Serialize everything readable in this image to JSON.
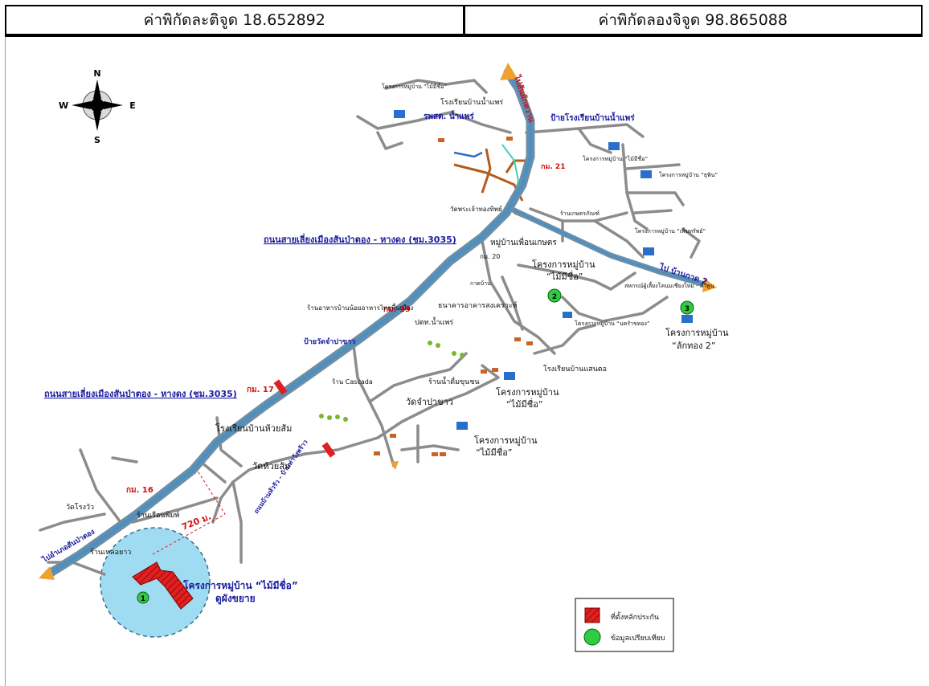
{
  "header": {
    "latitude": "ค่าพิกัดละติจูด 18.652892",
    "longitude": "ค่าพิกัดลองจิจูด 98.865088"
  },
  "compass": {
    "n": "N",
    "s": "S",
    "e": "E",
    "w": "W"
  },
  "roads": {
    "main_upper": "ถนนสายเลี่ยงเมืองสันป่าตอง - หางดง (ชม.3035)",
    "main_lower": "ถนนสายเลี่ยงเมืองสันป่าตอง - หางดง (ชม.3035)",
    "to_north": "ไปสันผักหวาน",
    "to_east": "ไป บ้านกาด 2",
    "to_southwest": "ไปอำเภอสันป่าตอง",
    "side_road": "ถนนบ้านหัวรัว - บ้านท่าวังพร้าว"
  },
  "km_markers": [
    "กม. 21",
    "กม. 19",
    "กม. 17",
    "กม. 16",
    "กม. 20"
  ],
  "places": {
    "school_nampae": "โรงเรียนบ้านน้ำแพร่",
    "hospital": "รพสต. น้ำแพร่",
    "school_sign": "ป้ายโรงเรียนบ้านน้ำแพร่",
    "temple_north": "วัดพระเจ้าทองทิพย์",
    "gas_station": "ปตท.น้ำแพร่",
    "restaurant": "ร้านอาหารบ้านน้อยอาหารไทยพื้นเมือง",
    "cascada": "ร้าน Cascada",
    "sign_wat": "ป้ายวัดจำปาขาว",
    "wat_champa": "วัดจำปาขาว",
    "school_huaysom": "โรงเรียนบ้านห้วยส้ม",
    "wat_huaysom": "วัดห้วยส้ม",
    "wat_rongruea": "วัดโรงวัว",
    "shop": "ร้านเรือนพิมพ์",
    "shop_sw": "ร้านเหล่อยาว",
    "school_east": "โรงเรียนบ้านแสนตอ",
    "health": "ร้านน้ำดื่มขุนชน",
    "coop": "สหกรณ์ผู้เลี้ยงโคนมเชียงใหม่ - ลำพูน",
    "friend": "หมู่บ้านเพื่อนเกษตร",
    "bank": "ธนาคารอาคารสงเคราะห์",
    "repair": "ร้านเกษตรภัณฑ์",
    "market": "กาดบ้าน"
  },
  "projects": {
    "p1": "โครงการหมู่บ้าน “ไม้มีชื่อ”",
    "p1_sub": "ดูผังขยาย",
    "p2_title": "โครงการหมู่บ้าน",
    "p2_name": "“ไม้มีชื่อ”",
    "p3_title": "โครงการหมู่บ้าน",
    "p3_name": "“ลักทอง 2”",
    "p4_title": "โครงการหมู่บ้าน",
    "p4_name": "“ไม้มีชื่อ”",
    "p5_title": "โครงการหมู่บ้าน",
    "p5_name": "“ไม้มีชื่อ”",
    "small_a": "โครงการหมู่บ้าน “ไม้มีชื่อ”",
    "small_b": "โครงการหมู่บ้าน “ไม้มีชื่อ”",
    "small_c": "โครงการหมู่บ้าน “ธุพิน”",
    "small_d": "โครงการหมู่บ้าน “เพิ่มทรัพย์”",
    "small_e": "โครงการหมู่บ้าน “นครำขทอง”"
  },
  "markers": {
    "m1": "1",
    "m2": "2",
    "m3": "3"
  },
  "distance": "720 ม.",
  "legend": {
    "collateral": "ที่ตั้งหลักประกัน",
    "comparable": "ข้อมูลเปรียบเทียบ"
  },
  "colors": {
    "main_road": "#7a9eb5",
    "main_road_center": "#4f8fbf",
    "minor_road": "#8c8c8c",
    "orange_road": "#b35c1e",
    "property": "#e02020",
    "circle_fill": "#9fdcf2",
    "marker_green": "#2ecc40"
  }
}
